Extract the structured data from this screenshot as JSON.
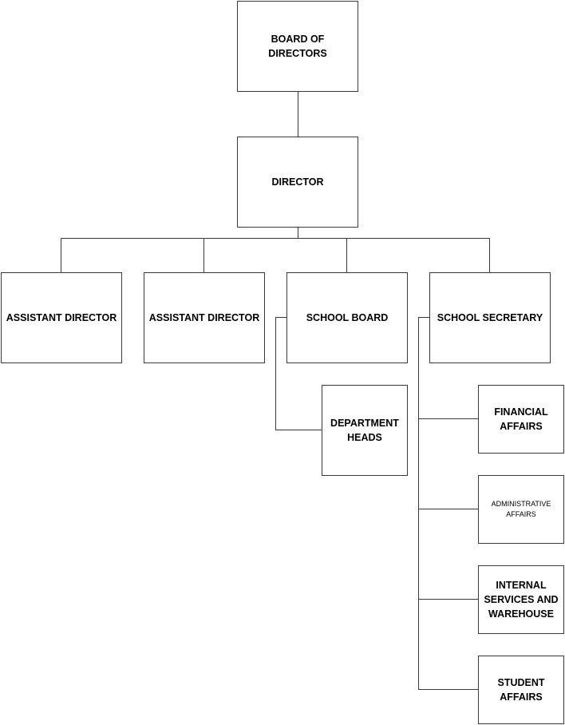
{
  "colors": {
    "line": "#3a3a3a",
    "box_border": "#3a3a3a",
    "box_fill": "#ffffff",
    "text": "#000000"
  },
  "nodes": {
    "board": {
      "label": "BOARD OF DIRECTORS"
    },
    "director": {
      "label": "DIRECTOR"
    },
    "assistant_1": {
      "label": "ASSISTANT DIRECTOR"
    },
    "assistant_2": {
      "label": "ASSISTANT DIRECTOR"
    },
    "school_board": {
      "label": "SCHOOL BOARD"
    },
    "school_secretary": {
      "label": "SCHOOL SECRETARY"
    },
    "department_heads": {
      "label": "DEPARTMENT HEADS"
    },
    "financial_affairs": {
      "label": "FINANCIAL AFFAIRS"
    },
    "administrative_affairs": {
      "label": "ADMINISTRATIVE AFFAIRS"
    },
    "internal_services": {
      "label": "INTERNAL SERVICES AND WAREHOUSE"
    },
    "student_affairs": {
      "label": "STUDENT AFFAIRS"
    }
  }
}
